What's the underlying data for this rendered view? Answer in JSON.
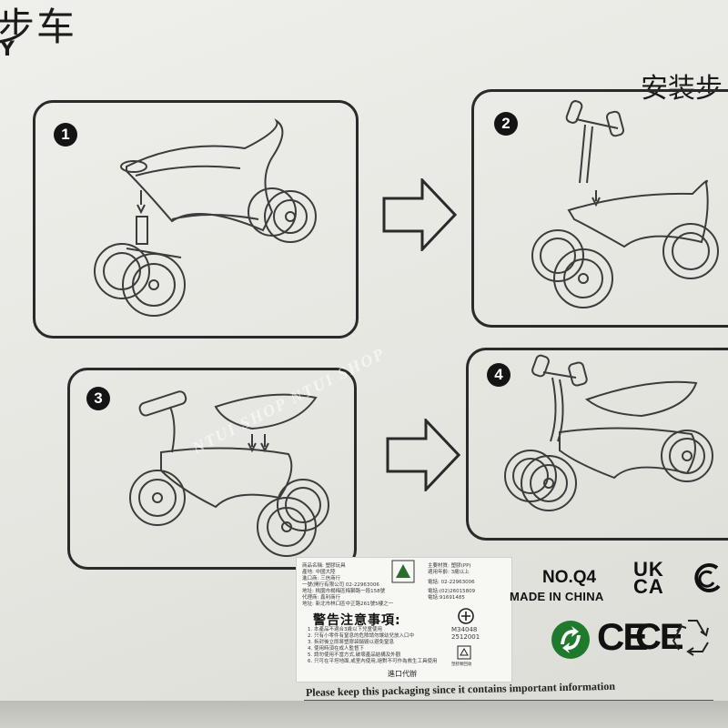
{
  "header": {
    "title_fragment": "步车",
    "subtitle_fragment": "Y",
    "steps_title": "安装步"
  },
  "steps": [
    {
      "number": "1"
    },
    {
      "number": "2"
    },
    {
      "number": "3"
    },
    {
      "number": "4"
    }
  ],
  "label": {
    "lines_left": [
      "商品名稱: 塑膠玩具",
      "產地: 中國大陸",
      "進口商: 三信商行",
      "一號(開行有限公司  02-22963006",
      "地址: 桃園市楊梅區梅獅路一段158號",
      "代理商: 鑫利商行",
      "地址: 新北市林口區中正路261號5樓之一"
    ],
    "lines_right": [
      "主要材質: 塑膠(PP)",
      "適用年齡: 3歲以上",
      "電話: 02-22963006",
      "電話:(02)26015809",
      "電話:91691485"
    ],
    "warning_title": "警告注意事項:",
    "warnings": [
      "1. 本產品不適合3歲以下兒童使用",
      "2. 只有小零件有窒息的危險請勿讓幼兒放入口中",
      "3. 拆封後立即將塑膠袋銷毀以避免窒息",
      "4. 使用時須在成人監督下",
      "5. 請勿使用不當方式,破壞產品結構及外觀",
      "6. 只可在平坦地面,或室內使用,絕對不可作為救生工具使用"
    ],
    "cert_code": "M34048",
    "cert_sub": "2512001",
    "recycle_note": "塑膠類回收",
    "import_note": "進口代辦"
  },
  "compliance": {
    "model_no": "NO.Q4",
    "made_in": "MADE IN CHINA",
    "ukca_top": "UK",
    "ukca_bottom": "CA",
    "ce_mark": "CE",
    "ce_mark_2": "CE"
  },
  "footer": {
    "text": "Please keep this packaging since it contains important information"
  },
  "watermark": {
    "text": "NTUI SHOP  NTUI SHOP"
  }
}
